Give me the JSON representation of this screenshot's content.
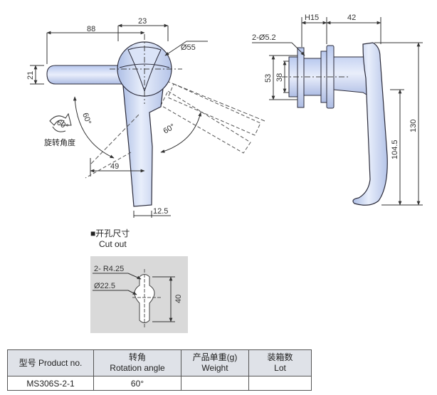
{
  "dimensions": {
    "front": {
      "d88": "88",
      "d23": "23",
      "d55": "Ø55",
      "d21": "21",
      "d49": "49",
      "d12_5": "12.5",
      "a60_left": "60°",
      "a60_right": "60°"
    },
    "rotation_label": "旋转角度",
    "rotation_icon_text": "60°",
    "side": {
      "h15": "H15",
      "d42": "42",
      "d52": "2-Ø5.2",
      "d53": "53",
      "d38": "38",
      "d130": "130",
      "d104_5": "104.5"
    }
  },
  "cutout": {
    "title_cn": "■开孔尺寸",
    "title_en": "Cut out",
    "r425": "2- R4.25",
    "d225": "Ø22.5",
    "d40": "40"
  },
  "table": {
    "headers": [
      {
        "cn": "型号 Product no.",
        "en": ""
      },
      {
        "cn": "转角",
        "en": "Rotation angle"
      },
      {
        "cn": "产品单重(g)",
        "en": "Weight"
      },
      {
        "cn": "装箱数",
        "en": "Lot"
      }
    ],
    "rows": [
      {
        "product": "MS306S-2-1",
        "angle": "60°",
        "weight": "",
        "lot": ""
      }
    ]
  },
  "colors": {
    "handle_fill": "#c9d6f2",
    "handle_stroke": "#2b2b3a",
    "cutout_bg": "#d9d9d9",
    "header_bg": "#dfe2e8"
  }
}
